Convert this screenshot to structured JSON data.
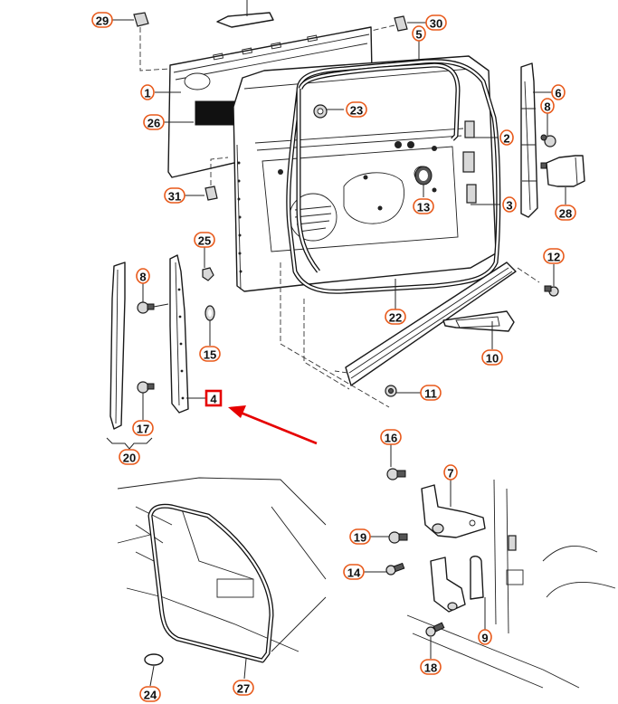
{
  "diagram": {
    "title": "Front Door Assembly - Exploded Parts View",
    "highlight_color": "#e60000",
    "callout_ring_color": "#e8591a",
    "highlighted_part": "4",
    "callouts": [
      {
        "id": "1",
        "label": "1"
      },
      {
        "id": "2",
        "label": "2"
      },
      {
        "id": "3",
        "label": "3"
      },
      {
        "id": "4",
        "label": "4"
      },
      {
        "id": "5",
        "label": "5"
      },
      {
        "id": "6",
        "label": "6"
      },
      {
        "id": "7",
        "label": "7"
      },
      {
        "id": "8a",
        "label": "8"
      },
      {
        "id": "8b",
        "label": "8"
      },
      {
        "id": "9",
        "label": "9"
      },
      {
        "id": "10",
        "label": "10"
      },
      {
        "id": "11",
        "label": "11"
      },
      {
        "id": "12",
        "label": "12"
      },
      {
        "id": "13",
        "label": "13"
      },
      {
        "id": "14",
        "label": "14"
      },
      {
        "id": "15",
        "label": "15"
      },
      {
        "id": "16",
        "label": "16"
      },
      {
        "id": "17",
        "label": "17"
      },
      {
        "id": "18",
        "label": "18"
      },
      {
        "id": "19",
        "label": "19"
      },
      {
        "id": "20",
        "label": "20"
      },
      {
        "id": "22",
        "label": "22"
      },
      {
        "id": "23",
        "label": "23"
      },
      {
        "id": "24",
        "label": "24"
      },
      {
        "id": "25",
        "label": "25"
      },
      {
        "id": "26",
        "label": "26"
      },
      {
        "id": "27",
        "label": "27"
      },
      {
        "id": "28",
        "label": "28"
      },
      {
        "id": "29",
        "label": "29"
      },
      {
        "id": "30",
        "label": "30"
      },
      {
        "id": "31",
        "label": "31"
      }
    ]
  }
}
